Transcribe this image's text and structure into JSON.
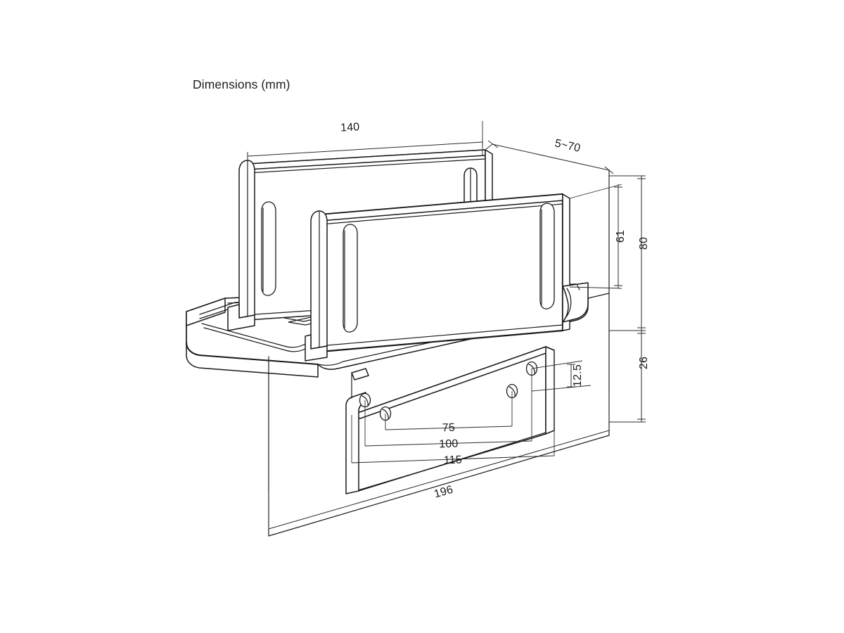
{
  "page": {
    "title": "Dimensions (mm)",
    "background": "#ffffff",
    "ink": "#1a1a1a"
  },
  "drawing": {
    "kind": "isometric-technical-drawing",
    "subject": "wall-mount laptop / device holder bracket with VESA plate",
    "units": "mm"
  },
  "dimensions": {
    "width_top": "140",
    "depth_range": "5~70",
    "bracket_height": "61",
    "total_height": "80",
    "base_height": "26",
    "hole_offset_vertical": "12.5",
    "hole_pitch_inner": "75",
    "hole_pitch_mid": "100",
    "plate_width": "115",
    "overall_width": "196"
  },
  "labels": [
    {
      "id": "d140",
      "text": "140",
      "axis": "horizontal-top"
    },
    {
      "id": "d570",
      "text": "5~70",
      "axis": "diagonal-depth"
    },
    {
      "id": "d61",
      "text": "61",
      "axis": "vertical-right-inner"
    },
    {
      "id": "d80",
      "text": "80",
      "axis": "vertical-right-outer"
    },
    {
      "id": "d26",
      "text": "26",
      "axis": "vertical-right-outer-lower"
    },
    {
      "id": "d125",
      "text": "12.5",
      "axis": "vertical-plate"
    },
    {
      "id": "d75",
      "text": "75",
      "axis": "horizontal-plate-1"
    },
    {
      "id": "d100",
      "text": "100",
      "axis": "horizontal-plate-2"
    },
    {
      "id": "d115",
      "text": "115",
      "axis": "horizontal-plate-3"
    },
    {
      "id": "d196",
      "text": "196",
      "axis": "horizontal-overall"
    }
  ]
}
